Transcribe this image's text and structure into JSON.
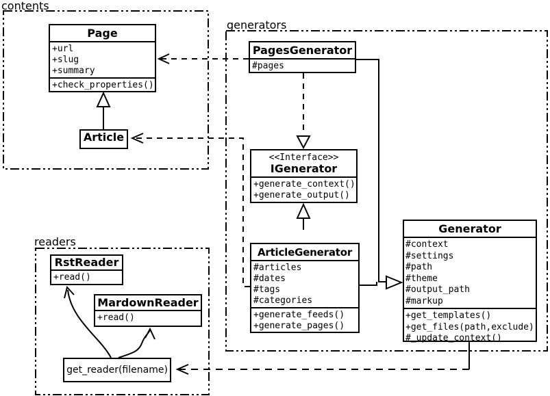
{
  "diagram_title": "Pelican-style static site generator UML class diagram",
  "colors": {
    "line": "#000000",
    "background": "#ffffff"
  },
  "packages": {
    "contents": {
      "label": "contents"
    },
    "generators": {
      "label": "generators"
    },
    "readers": {
      "label": "readers"
    }
  },
  "classes": {
    "page": {
      "title": "Page",
      "attributes": [
        "+url",
        "+slug",
        "+summary"
      ],
      "methods": [
        "+check_properties()"
      ]
    },
    "article": {
      "title": "Article"
    },
    "pages_generator": {
      "title": "PagesGenerator",
      "attributes": [
        "#pages"
      ]
    },
    "igenerator": {
      "stereotype": "<<Interface>>",
      "title": "IGenerator",
      "methods": [
        "+generate_context()",
        "+generate_output()"
      ]
    },
    "article_generator": {
      "title": "ArticleGenerator",
      "attributes": [
        "#articles",
        "#dates",
        "#tags",
        "#categories"
      ],
      "methods": [
        "+generate_feeds()",
        "+generate_pages()"
      ]
    },
    "generator": {
      "title": "Generator",
      "attributes": [
        "#context",
        "#settings",
        "#path",
        "#theme",
        "#output_path",
        "#markup"
      ],
      "methods": [
        "+get_templates()",
        "+get_files(path,exclude)",
        "#_update_context()"
      ]
    },
    "rst_reader": {
      "title": "RstReader",
      "methods": [
        "+read()"
      ]
    },
    "mardown_reader": {
      "title": "MardownReader",
      "methods": [
        "+read()"
      ]
    },
    "get_reader": {
      "label": "get_reader(filename)"
    }
  },
  "relationships": [
    {
      "type": "dependency-dashed-open-arrow",
      "from": "PagesGenerator",
      "to": "Page"
    },
    {
      "type": "dependency-dashed-open-arrow",
      "from": "ArticleGenerator",
      "to": "Article"
    },
    {
      "type": "realization-dashed-hollow-triangle",
      "from": "PagesGenerator",
      "to": "IGenerator"
    },
    {
      "type": "generalization-hollow-triangle",
      "from": "Article",
      "to": "Page"
    },
    {
      "type": "generalization-hollow-triangle",
      "from": "ArticleGenerator",
      "to": "IGenerator"
    },
    {
      "type": "generalization-hollow-triangle",
      "from": "PagesGenerator,ArticleGenerator",
      "to": "Generator"
    },
    {
      "type": "dependency-dashed-open-arrow",
      "from": "Generator",
      "to": "get_reader(filename)"
    },
    {
      "type": "curved-open-arrow",
      "from": "get_reader(filename)",
      "to": "RstReader"
    },
    {
      "type": "curved-open-arrow",
      "from": "get_reader(filename)",
      "to": "MardownReader"
    }
  ]
}
